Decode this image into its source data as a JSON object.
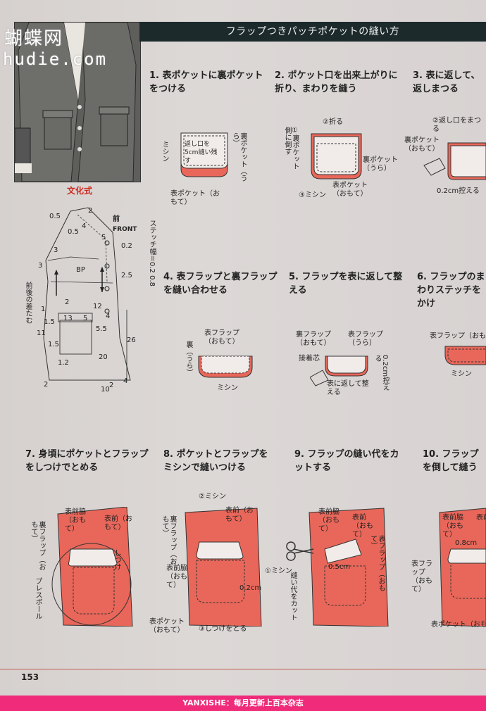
{
  "header": {
    "title": "フラップつきパッチポケットの縫い方"
  },
  "watermark": {
    "line1": "蝴蝶网",
    "line2": "hudie.com"
  },
  "pattern": {
    "label": "文化式",
    "front_jp": "前",
    "front_en": "FRONT",
    "stitch_note": "ステッチ幅＝0.2 0.8",
    "side_note": "前後の差たむ",
    "bp": "BP",
    "nums": [
      "0.5",
      "2",
      "0.5",
      "4",
      "3",
      "3",
      "5",
      "0.2",
      "2.5",
      "1",
      "2",
      "12",
      "13",
      "5",
      "1.5",
      "11",
      "4",
      "5.5",
      "26",
      "1.5",
      "20",
      "1.2",
      "2",
      "10",
      "2",
      "4"
    ]
  },
  "steps": [
    {
      "title": "1. 表ポケットに裏ポケットをつける"
    },
    {
      "title": "2. ポケット口を出来上がりに折り、まわりを縫う"
    },
    {
      "title": "3. 表に返して、返しまつる"
    },
    {
      "title": "4. 表フラップと裏フラップを縫い合わせる"
    },
    {
      "title": "5. フラップを表に返して整える"
    },
    {
      "title": "6. フラップのまわりステッチをかけ"
    },
    {
      "title": "7. 身頃にポケットとフラップをしつけでとめる"
    },
    {
      "title": "8. ポケットとフラップをミシンで縫いつける"
    },
    {
      "title": "9. フラップの縫い代をカットする"
    },
    {
      "title": "10. フラップを倒して縫う"
    }
  ],
  "labels": {
    "s1": [
      "ミシン",
      "返し口を5cm縫い残す",
      "裏ポケット（うら）",
      "表ポケット（おもて）"
    ],
    "s2": [
      "②折る",
      "①裏ポケット側に倒す",
      "裏ポケット（うら）",
      "表ポケット（おもて）",
      "③ミシン"
    ],
    "s3": [
      "②返し口をまつる",
      "裏ポケット（おもて）",
      "0.2cm控える"
    ],
    "s4": [
      "表フラップ（おもて）",
      "裏（うら）",
      "ミシン"
    ],
    "s5": [
      "裏フラップ（おもて）",
      "表フラップ（うら）",
      "接着芯",
      "0.2cm控える",
      "表に返して整える"
    ],
    "s6": [
      "表フラップ（おも",
      "ミシン"
    ],
    "s7": [
      "表前脇（おもて）",
      "表前（おもて）",
      "裏フラップ（おもて）",
      "しつけ",
      "プレスボール"
    ],
    "s8": [
      "②ミシン",
      "表前（おもて）",
      "裏フラップ（おもて）",
      "表前脇（おもて）",
      "①ミシン",
      "0.2cm",
      "表ポケット（おもて）",
      "③しつけをとる"
    ],
    "s9": [
      "表前脇（おもて）",
      "表前（おもて）",
      "0.5cm",
      "縫い代をカット",
      "表フラップ（おもて）"
    ],
    "s10": [
      "表前脇（おもて）",
      "表前",
      "0.8cm",
      "表フラップ（おもて）",
      "表ポケット（おもて）"
    ]
  },
  "footer": {
    "page_number": "153",
    "text": "YANXISHE：每月更新上百本杂志"
  },
  "colors": {
    "accent": "#e8675a",
    "header": "#1d2a2c",
    "footer": "#ef2b7a"
  }
}
